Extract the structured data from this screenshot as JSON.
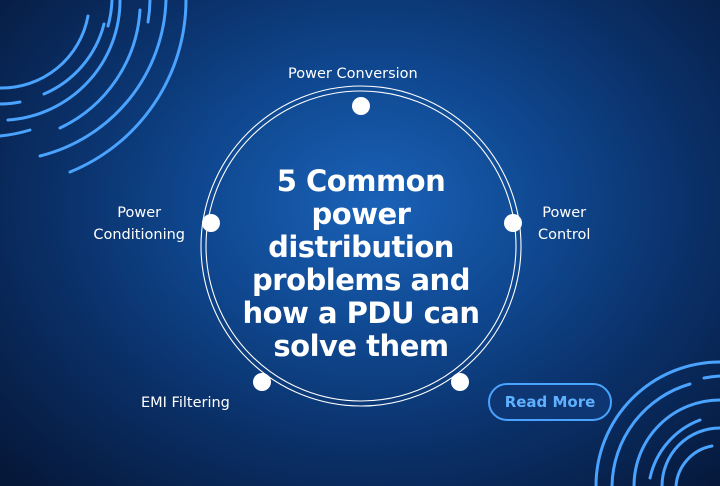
{
  "headline": {
    "line1": "5 Common",
    "line2": "power",
    "line3": "distribution",
    "line4": "problems and",
    "line5": "how a PDU can",
    "line6": "solve them"
  },
  "labels": {
    "power_conversion": "Power Conversion",
    "power_conditioning_line1": "Power",
    "power_conditioning_line2": "Conditioning",
    "power_control_line1": "Power",
    "power_control_line2": "Control",
    "emi_filtering": "EMI Filtering"
  },
  "cta": {
    "read_more": "Read More"
  },
  "colors": {
    "background_center": "#1a62b8",
    "background_edge": "#06183a",
    "accent_blue": "#4aa3ff",
    "text": "#ffffff"
  },
  "icons": {
    "top_left_decoration": "concentric-arc-lines",
    "bottom_right_decoration": "concentric-arc-lines"
  }
}
